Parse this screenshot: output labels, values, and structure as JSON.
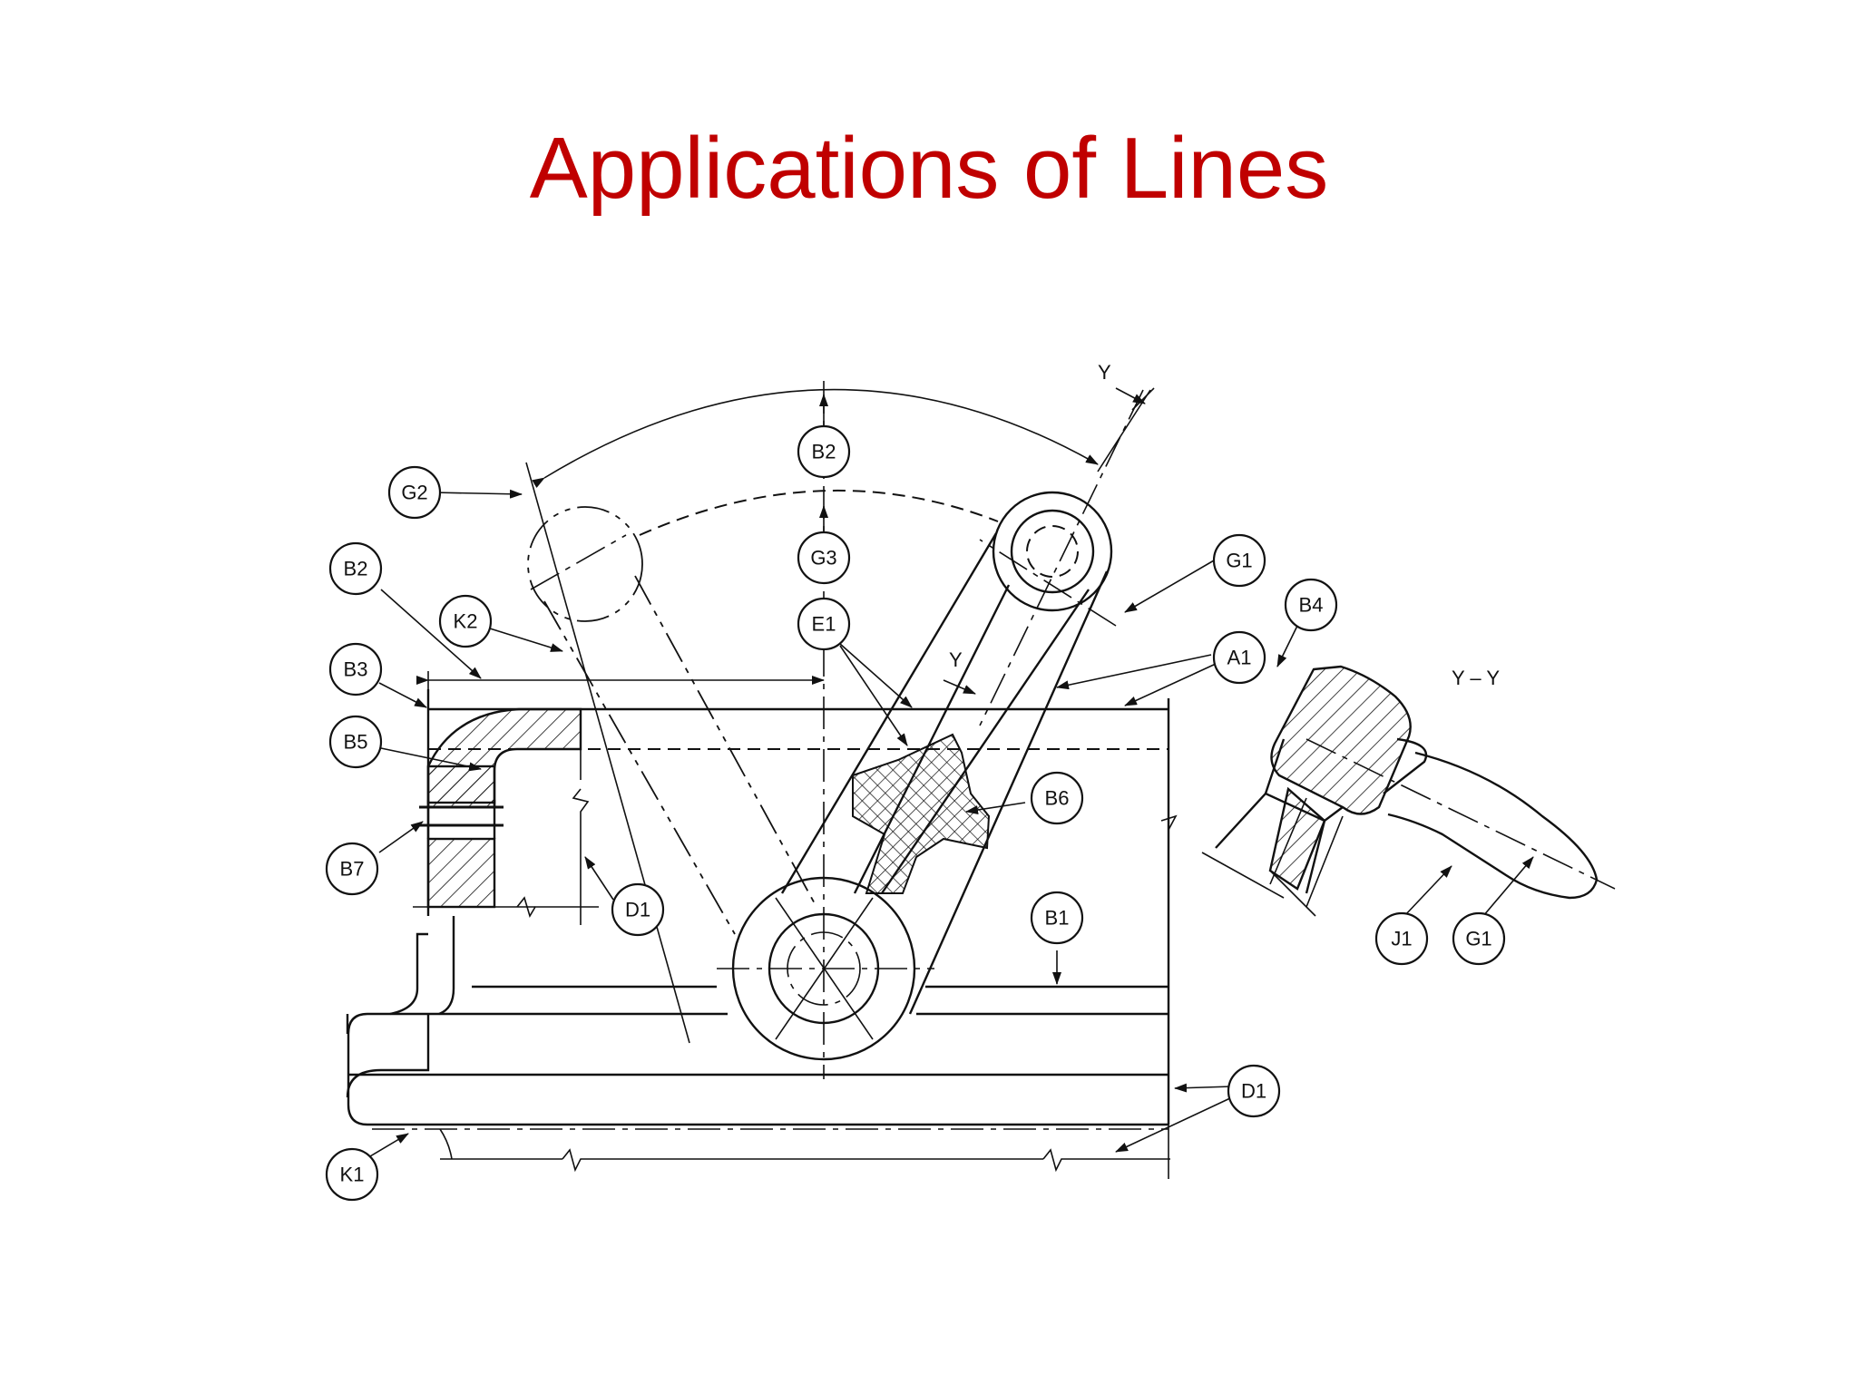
{
  "title": "Applications of Lines",
  "title_color": "#c00000",
  "section_label": "Y – Y",
  "cut_plane_letters": [
    "Y",
    "Y"
  ],
  "callouts": [
    {
      "id": "B2-top",
      "text": "B2"
    },
    {
      "id": "G2",
      "text": "G2"
    },
    {
      "id": "G3",
      "text": "G3"
    },
    {
      "id": "E1",
      "text": "E1"
    },
    {
      "id": "G1-top",
      "text": "G1"
    },
    {
      "id": "B4",
      "text": "B4"
    },
    {
      "id": "A1",
      "text": "A1"
    },
    {
      "id": "B2-left",
      "text": "B2"
    },
    {
      "id": "K2",
      "text": "K2"
    },
    {
      "id": "B3",
      "text": "B3"
    },
    {
      "id": "B5",
      "text": "B5"
    },
    {
      "id": "B6",
      "text": "B6"
    },
    {
      "id": "B7",
      "text": "B7"
    },
    {
      "id": "D1-mid",
      "text": "D1"
    },
    {
      "id": "B1",
      "text": "B1"
    },
    {
      "id": "J1",
      "text": "J1"
    },
    {
      "id": "G1-right",
      "text": "G1"
    },
    {
      "id": "D1-right",
      "text": "D1"
    },
    {
      "id": "K1",
      "text": "K1"
    }
  ]
}
